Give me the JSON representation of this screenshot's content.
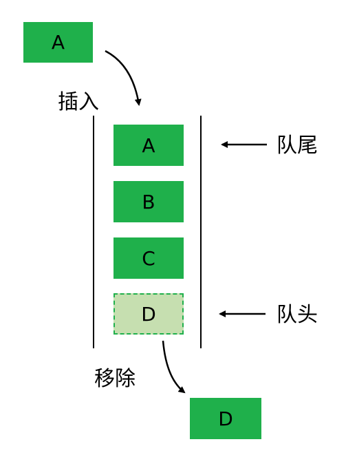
{
  "colors": {
    "block_fill": "#1fb04b",
    "removing_fill": "#c6dfb0",
    "line": "#000000"
  },
  "incoming_block": {
    "letter": "A"
  },
  "insert_label": "插入",
  "queue": {
    "blocks": [
      {
        "letter": "A",
        "state": "solid"
      },
      {
        "letter": "B",
        "state": "solid"
      },
      {
        "letter": "C",
        "state": "solid"
      },
      {
        "letter": "D",
        "state": "dashed"
      }
    ],
    "tail_label": "队尾",
    "head_label": "队头"
  },
  "remove_label": "移除",
  "removed_block": {
    "letter": "D"
  }
}
